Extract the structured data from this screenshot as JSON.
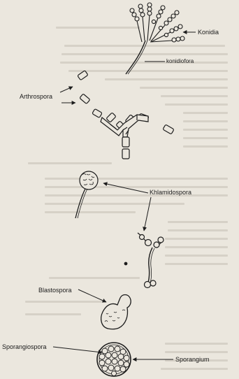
{
  "figure": {
    "labels": {
      "konidia": "Konidia",
      "konidiofora": "konidiofora",
      "arthrospora": "Arthrospora",
      "khlamidospora": "Khlamidospora",
      "blastospora": "Blastospora",
      "sporangiospora": "Sporangiospora",
      "sporangium": "Sporangium"
    },
    "ink_color": "#1c1c1c",
    "paper_color": "#ebe7de"
  }
}
